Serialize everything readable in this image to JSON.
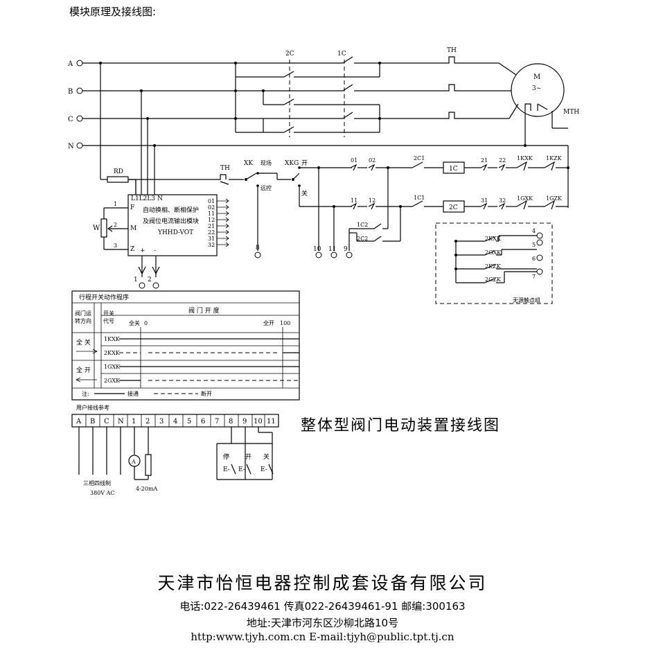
{
  "title": "模块原理及接线图:",
  "phases": [
    "A",
    "B",
    "C",
    "N"
  ],
  "labels": {
    "c2": "2C",
    "c1": "1C",
    "th": "TH",
    "motor": "M",
    "motor_sub": "3~",
    "mth": "MTH",
    "rd": "RD",
    "xk": "XK",
    "local": "现场",
    "remote": "远控",
    "xkg": "XKG",
    "open": "开",
    "close": "关",
    "n01": "01",
    "n02": "02",
    "n11": "11",
    "n12": "12",
    "k2c1": "2C1",
    "k1c1": "1C1",
    "coil1c": "1C",
    "coil2c": "2C",
    "n21": "21",
    "n22": "22",
    "n31": "31",
    "n32": "32",
    "kxk1": "1KXK",
    "kzk1": "1KZK",
    "gxk1": "1GXK",
    "gzk1": "1GZK",
    "c1c2": "1C2",
    "c2c2": "2C2",
    "kxk2": "2KXK",
    "gxk2": "2GXK",
    "kzk2": "2KZK",
    "gzk2": "2GZK",
    "t4": "4",
    "t5": "5",
    "t6": "6",
    "t7": "7",
    "dry": "无源触点组",
    "t8": "8",
    "t10": "10",
    "t11": "11",
    "t9": "9",
    "pL": "L1L2L3 N",
    "pF": "F",
    "pM": "M",
    "pZ": "Z",
    "pPlus": "+",
    "pMinus": "-",
    "w": "W",
    "w1": "1",
    "w2": "2",
    "w3": "3",
    "out1": "1",
    "out2": "2"
  },
  "module": {
    "line1": "自动换相、断相保护",
    "line2": "及阀位电流输出模块",
    "line3": "YHHD-VOT",
    "outputs": [
      "01",
      "02",
      "11",
      "12",
      "21",
      "22",
      "31",
      "32"
    ]
  },
  "sequence_table": {
    "title": "行程开关动作程序",
    "col_dir": [
      "阀门运",
      "转方向"
    ],
    "col_code": [
      "开关",
      "代号"
    ],
    "col_opening": "阀  门  开  度",
    "full_close": "全关",
    "zero": "0",
    "full_open": "全开",
    "hundred": "100",
    "group1": "全  关",
    "group2": "全  开",
    "rows": [
      "1KXK",
      "2KXK",
      "1GXK",
      "2GXK"
    ],
    "legend_prefix": "注:",
    "legend_on": "接通",
    "legend_off": "断开"
  },
  "user_wiring": {
    "title": "用户接线参考",
    "terminals": [
      "A",
      "B",
      "C",
      "N",
      "1",
      "2",
      "3",
      "4",
      "5",
      "6",
      "7",
      "8",
      "9",
      "10",
      "11"
    ],
    "supply": "三相四线制",
    "voltage": "380V  AC",
    "current": "4-20mA",
    "ammeter": "A",
    "stop": "停",
    "open": "开",
    "close": "关"
  },
  "main_title": "整体型阀门电动装置接线图",
  "company": "天津市怡恒电器控制成套设备有限公司",
  "contact": "电话:022-26439461   传真022-26439461-91    邮编:300163",
  "address": "地址:天津市河东区沙柳北路10号",
  "web": "http:www.tjyh.com.cn    E-mail:tjyh@public.tpt.tj.cn"
}
